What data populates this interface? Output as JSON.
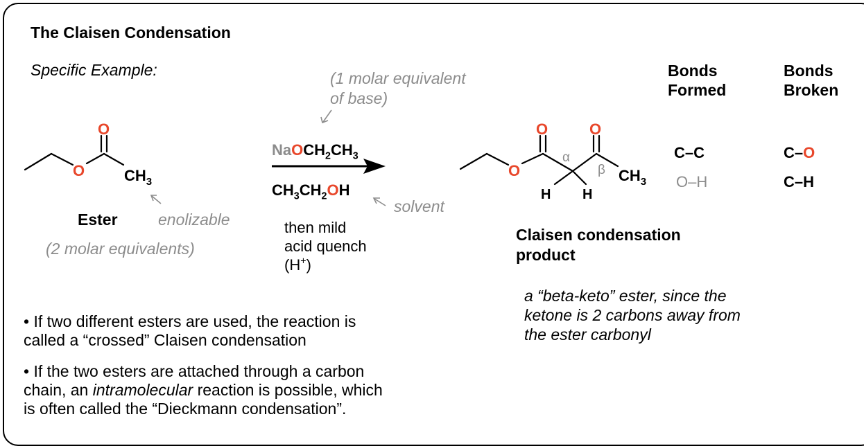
{
  "title": "The Claisen Condensation",
  "subtitle": "Specific Example:",
  "reactant": {
    "label": "Ester",
    "count_note": "(2 molar equivalents)",
    "enolizable_note": "enolizable",
    "atoms": {
      "carbonyl_o": "O",
      "ester_o": "O",
      "methyl": "CH",
      "methyl_sub": "3"
    }
  },
  "conditions": {
    "base_note_line1": "(1 molar equivalent",
    "base_note_line2": "of base)",
    "base_na": "Na",
    "base_o": "O",
    "base_rest": "CH",
    "base_sub1": "2",
    "base_rest2": "CH",
    "base_sub2": "3",
    "solvent_prefix": "CH",
    "solvent_sub1": "3",
    "solvent_mid": "CH",
    "solvent_sub2": "2",
    "solvent_o": "O",
    "solvent_h": "H",
    "solvent_note": "solvent",
    "quench_line1": "then mild",
    "quench_line2": "acid quench",
    "quench_line3_prefix": "(H",
    "quench_line3_sup": "+",
    "quench_line3_suffix": ")"
  },
  "product": {
    "label_line1": "Claisen condensation",
    "label_line2": "product",
    "note_line1": "a “beta-keto” ester, since the",
    "note_line2": "ketone is 2 carbons away from",
    "note_line3": "the ester carbonyl",
    "atoms": {
      "o1": "O",
      "o2": "O",
      "o_ester": "O",
      "h1": "H",
      "h2": "H",
      "alpha": "α",
      "beta": "β",
      "methyl": "CH",
      "methyl_sub": "3"
    }
  },
  "bonds": {
    "formed_header_line1": "Bonds",
    "formed_header_line2": "Formed",
    "broken_header_line1": "Bonds",
    "broken_header_line2": "Broken",
    "formed": [
      "C–C",
      "O–H"
    ],
    "broken_row1_prefix": "C–",
    "broken_row1_red": "O",
    "broken_row2": "C–H"
  },
  "bullets": {
    "b1_line1": "• If two different esters are used, the reaction is",
    "b1_line2": "called a “crossed” Claisen condensation",
    "b2_line1": "• If the two esters are attached through a carbon",
    "b2_line2_pre": "chain, an ",
    "b2_line2_it": "intramolecular",
    "b2_line2_post": " reaction is possible, which",
    "b2_line3": "is often called the “Dieckmann condensation”."
  },
  "colors": {
    "oxygen": "#e8472b",
    "annotation_gray": "#8c8c8c",
    "text": "#000000"
  }
}
